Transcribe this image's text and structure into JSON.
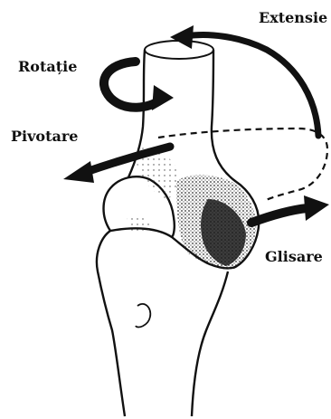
{
  "labels": {
    "extensie": "Extensie",
    "rotatie": "Rotație",
    "pivotare": "Pivotare",
    "glisare": "Glisare"
  },
  "colors": {
    "ink": "#111111",
    "background": "#ffffff",
    "stipple": "#222222"
  },
  "icons": {
    "extension": "curved-arrow-icon",
    "rotation": "circular-arrow-icon",
    "pivot": "left-arrow-icon",
    "glide": "right-arrow-icon"
  }
}
